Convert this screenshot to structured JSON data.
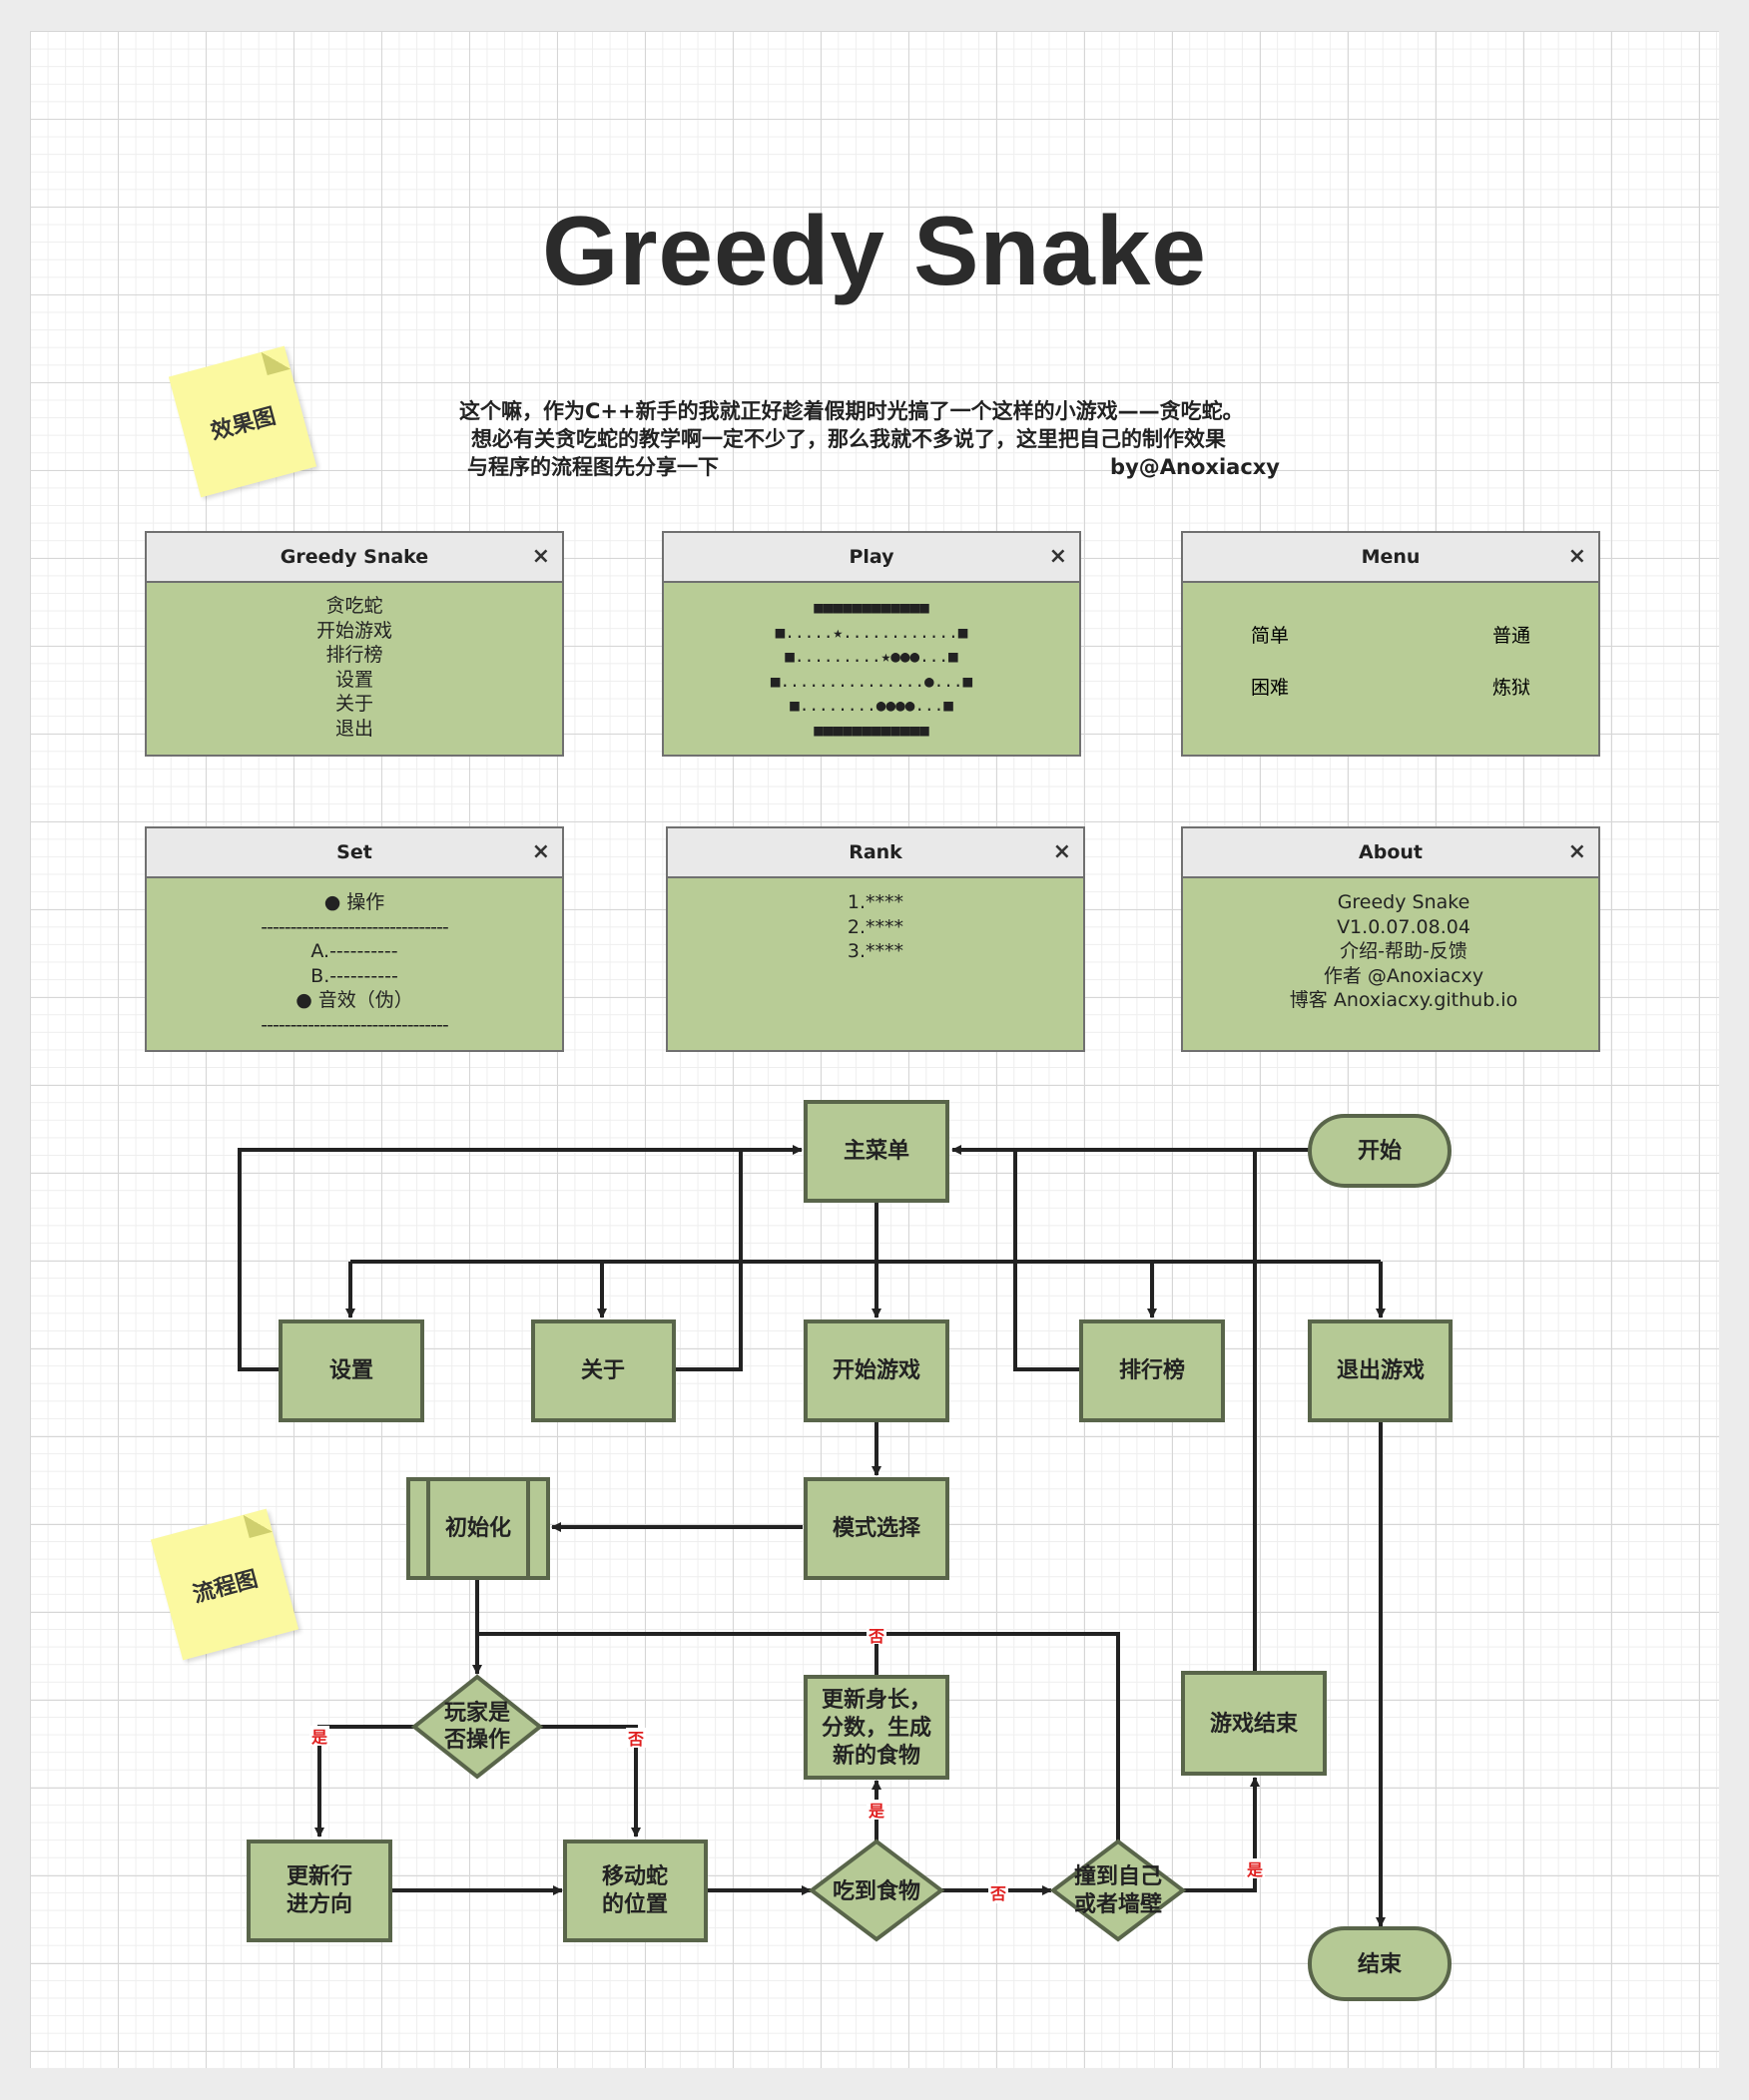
{
  "title": "Greedy Snake",
  "intro": {
    "line1": "这个嘛，作为C++新手的我就正好趁着假期时光搞了一个这样的小游戏——贪吃蛇。",
    "line2": "想必有关贪吃蛇的教学啊一定不少了，那么我就不多说了，这里把自己的制作效果",
    "line3": "与程序的流程图先分享一下",
    "byline": "by@Anoxiacxy"
  },
  "stickies": {
    "effects": "效果图",
    "flowchart": "流程图"
  },
  "windows": {
    "greedy": {
      "title": "Greedy Snake",
      "close": "×",
      "lines": [
        "贪吃蛇",
        "开始游戏",
        "排行榜",
        "设置",
        "关于",
        "退出"
      ]
    },
    "play": {
      "title": "Play",
      "close": "×",
      "lines": [
        "■■■■■■■■■■■■",
        "■.....★............■",
        "■.........★●●●...■",
        "■...............●...■",
        "■........●●●●...■",
        "■■■■■■■■■■■■"
      ]
    },
    "menu": {
      "title": "Menu",
      "close": "×",
      "options": [
        "简单",
        "普通",
        "困难",
        "炼狱"
      ]
    },
    "set": {
      "title": "Set",
      "close": "×",
      "lines": [
        "● 操作",
        "--------------------------------",
        "A.----------",
        "B.----------",
        "● 音效（伪）",
        "--------------------------------"
      ]
    },
    "rank": {
      "title": "Rank",
      "close": "×",
      "lines": [
        "1.****",
        "2.****",
        "3.****"
      ]
    },
    "about": {
      "title": "About",
      "close": "×",
      "lines": [
        "Greedy Snake",
        "V1.0.07.08.04",
        "介绍-帮助-反馈",
        "作者 @Anoxiacxy",
        "博客 Anoxiacxy.github.io"
      ]
    }
  },
  "flow": {
    "main_menu": "主菜单",
    "start": "开始",
    "settings": "设置",
    "about": "关于",
    "start_game": "开始游戏",
    "rank": "排行榜",
    "exit_game": "退出游戏",
    "init": "初始化",
    "mode_select": "模式选择",
    "player_op": [
      "玩家是",
      "否操作"
    ],
    "update_dir": [
      "更新行",
      "进方向"
    ],
    "move_snake": [
      "移动蛇",
      "的位置"
    ],
    "eat_food": "吃到食物",
    "hit": [
      "撞到自己",
      "或者墙壁"
    ],
    "update_len": [
      "更新身长，",
      "分数，生成",
      "新的食物"
    ],
    "game_over": "游戏结束",
    "end": "结束",
    "yes": "是",
    "no": "否"
  },
  "colors": {
    "node_fill": "#b5c995",
    "node_border": "#59654a",
    "arrow": "#222222",
    "label_red": "#e02020",
    "window_fill": "#b8cc96",
    "sticky": "#fbf9a0"
  }
}
